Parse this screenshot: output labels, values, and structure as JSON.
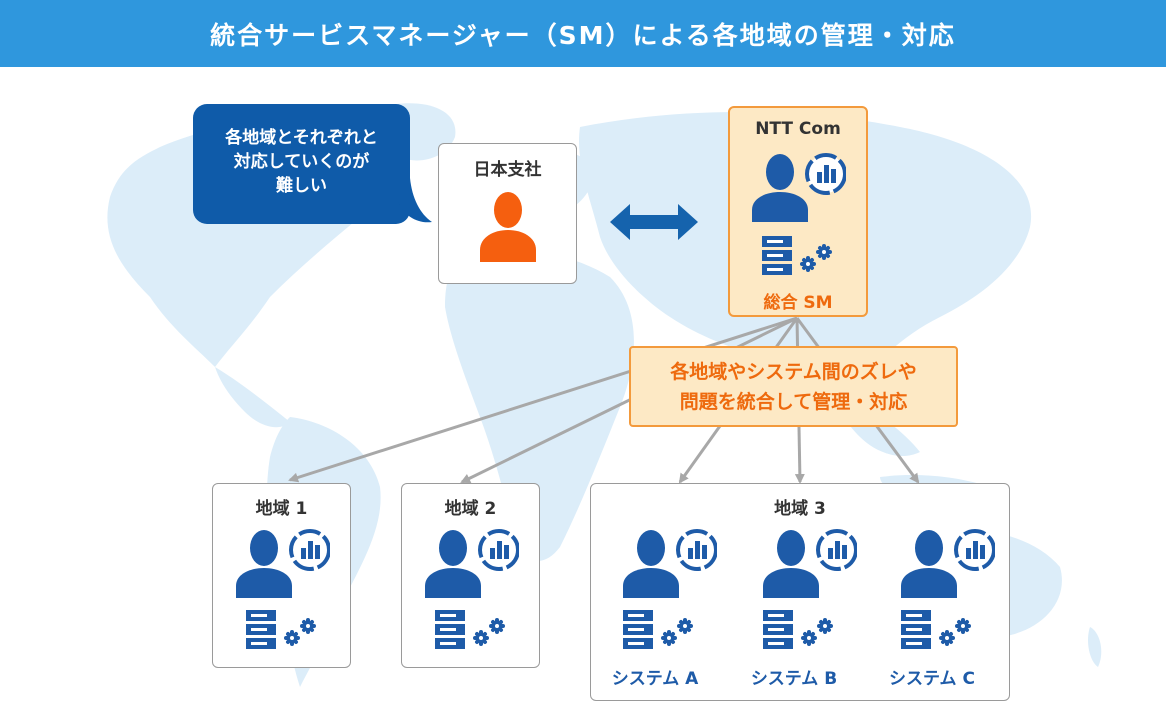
{
  "header": {
    "title": "統合サービスマネージャー（SM）による各地域の管理・対応"
  },
  "bubble": {
    "lines": [
      "各地域とそれぞれと",
      "対応していくのが",
      "難しい"
    ]
  },
  "japan_branch": {
    "title": "日本支社"
  },
  "ntt": {
    "title": "NTT Com",
    "footer": "総合 SM"
  },
  "note": {
    "lines": [
      "各地域やシステム間のズレや",
      "問題を統合して管理・対応"
    ]
  },
  "regions": [
    {
      "title": "地域 1"
    },
    {
      "title": "地域 2"
    },
    {
      "title": "地域 3"
    }
  ],
  "systems": [
    {
      "label": "システム A"
    },
    {
      "label": "システム B"
    },
    {
      "label": "システム C"
    }
  ],
  "colors": {
    "header": "#2f97dd",
    "bubble": "#0f5ba9",
    "accent_orange": "#ee6a0e",
    "note_fill": "#fde9c5",
    "icon_blue": "#1e5ba8",
    "map": "#dcedf9",
    "connector": "#a8a8a8"
  }
}
